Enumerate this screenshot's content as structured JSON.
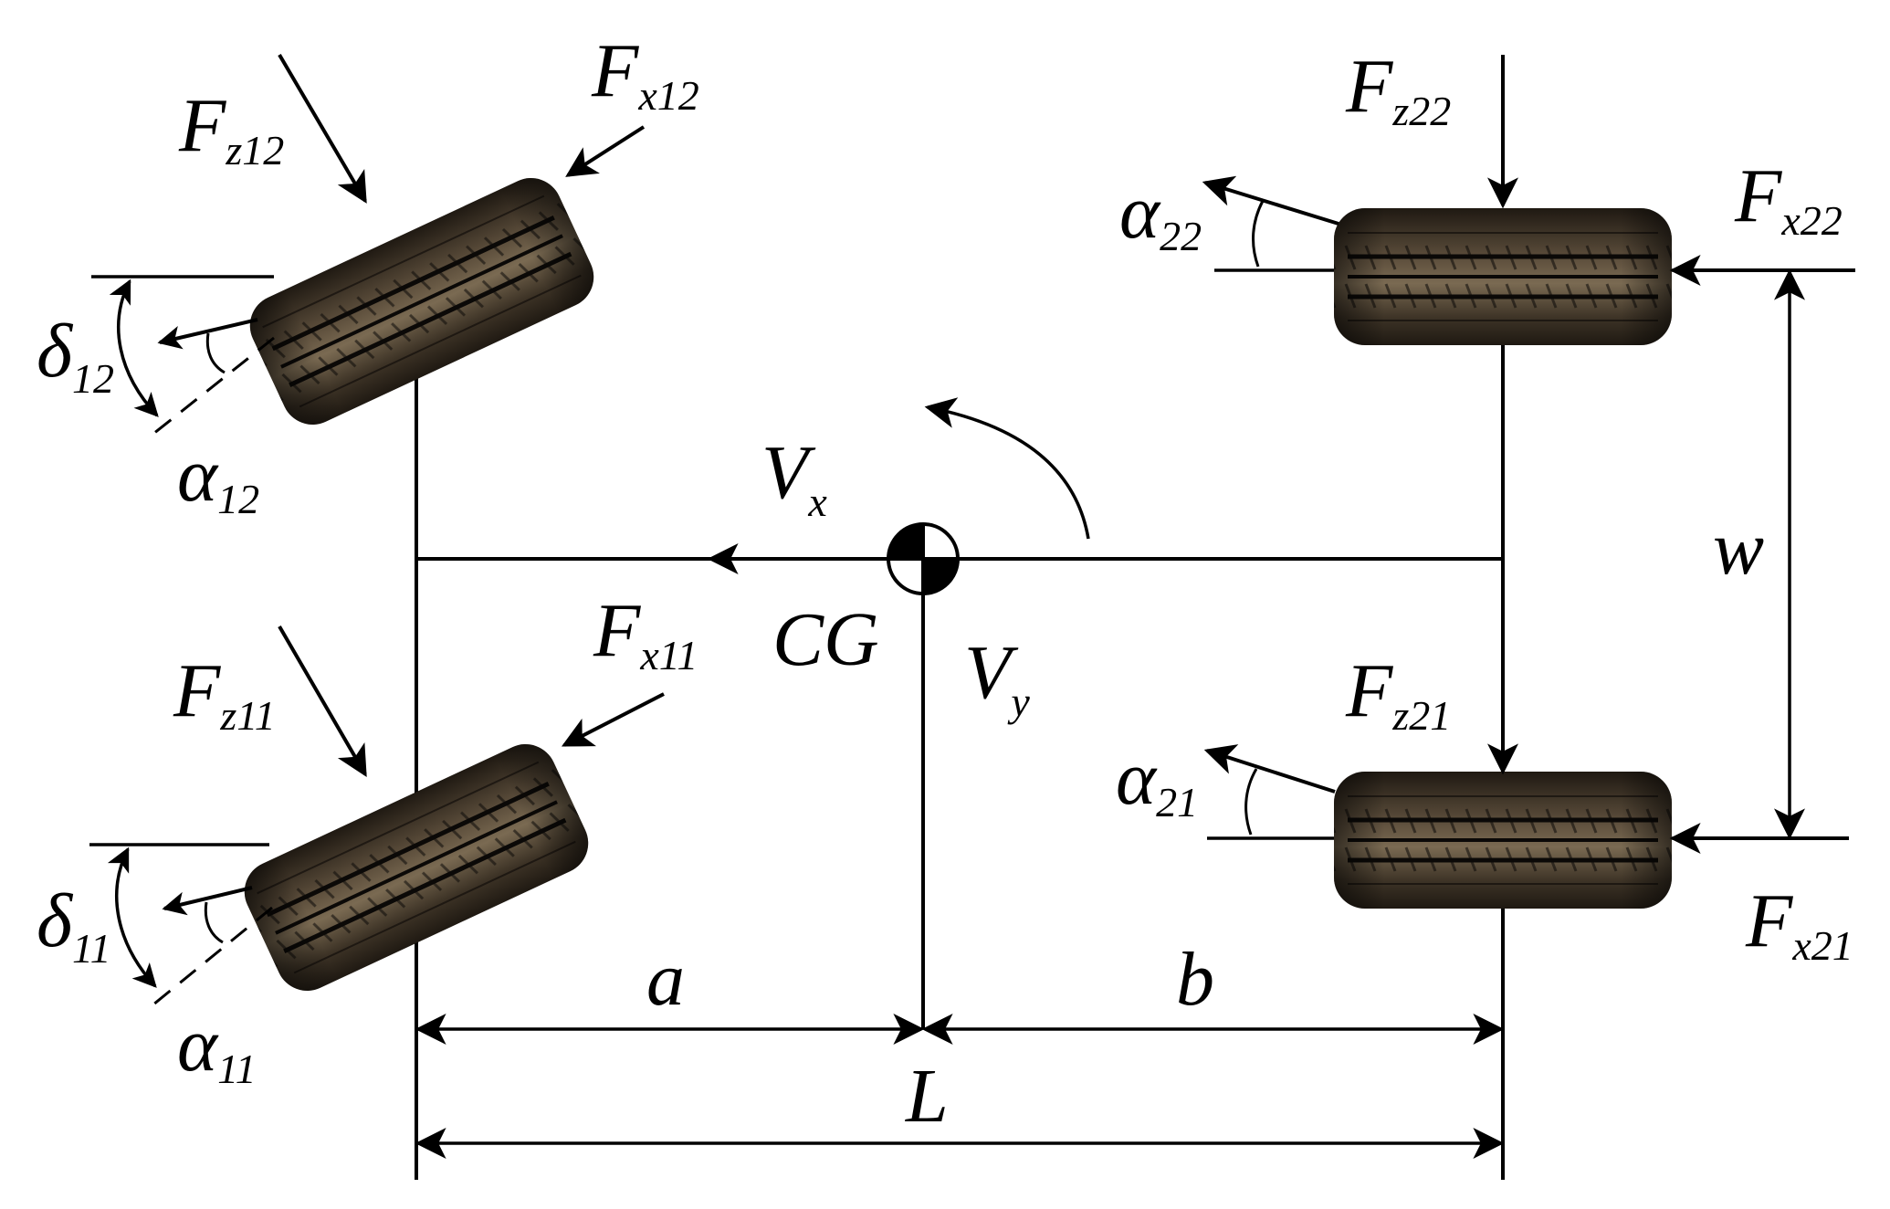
{
  "colors": {
    "line": "#000000",
    "background": "#ffffff",
    "tire_dark": "#1f1912",
    "tire_light": "#7a6a52",
    "tread": "#0b0907"
  },
  "labels": {
    "fz12": {
      "main": "F",
      "sub": "z12"
    },
    "fx12": {
      "main": "F",
      "sub": "x12"
    },
    "delta12": {
      "main": "δ",
      "sub": "12"
    },
    "alpha12": {
      "main": "α",
      "sub": "12"
    },
    "fz11": {
      "main": "F",
      "sub": "z11"
    },
    "fx11": {
      "main": "F",
      "sub": "x11"
    },
    "delta11": {
      "main": "δ",
      "sub": "11"
    },
    "alpha11": {
      "main": "α",
      "sub": "11"
    },
    "fz22": {
      "main": "F",
      "sub": "z22"
    },
    "fx22": {
      "main": "F",
      "sub": "x22"
    },
    "alpha22": {
      "main": "α",
      "sub": "22"
    },
    "fz21": {
      "main": "F",
      "sub": "z21"
    },
    "fx21": {
      "main": "F",
      "sub": "x21"
    },
    "alpha21": {
      "main": "α",
      "sub": "21"
    },
    "vx": {
      "main": "V",
      "sub": "x"
    },
    "vy": {
      "main": "V",
      "sub": "y"
    },
    "cg": "CG",
    "a": "a",
    "b": "b",
    "L": "L",
    "w": "w"
  }
}
